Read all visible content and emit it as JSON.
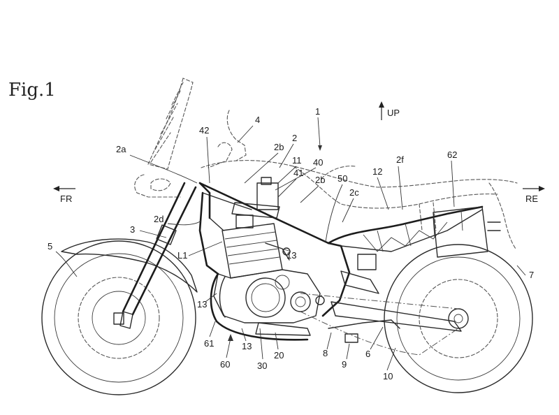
{
  "figure": {
    "title": "Fig.1",
    "directions": {
      "up": "UP",
      "front": "FR",
      "rear": "RE"
    }
  },
  "reference_numerals": [
    "1",
    "2",
    "2a",
    "2b",
    "2b",
    "2c",
    "2d",
    "2f",
    "3",
    "4",
    "5",
    "6",
    "7",
    "8",
    "9",
    "10",
    "11",
    "12",
    "13",
    "13",
    "13",
    "20",
    "30",
    "40",
    "41",
    "42",
    "50",
    "60",
    "61",
    "62",
    "L1"
  ],
  "description_hidden": null
}
